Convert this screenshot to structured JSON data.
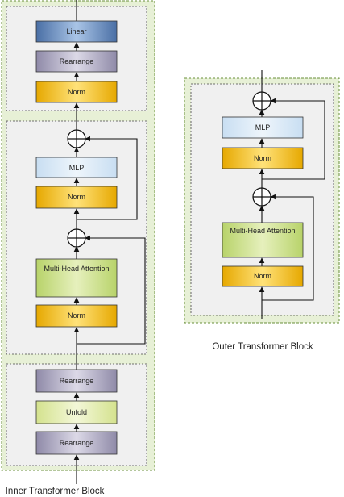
{
  "inner_block": {
    "caption": "Inner Transformer Block",
    "top_group": [
      "Linear",
      "Rearrange",
      "Norm"
    ],
    "mlp_sublayer": [
      "MLP",
      "Norm"
    ],
    "attention_sublayer": [
      "Multi-Head Attention",
      "Norm"
    ],
    "bottom_group": [
      "Rearrange",
      "Unfold",
      "Rearrange"
    ]
  },
  "outer_block": {
    "caption": "Outer Transformer Block",
    "mlp_sublayer": [
      "MLP",
      "Norm"
    ],
    "attention_sublayer": [
      "Multi-Head Attention",
      "Norm"
    ]
  },
  "colors": {
    "block_fill": "#e7f0d6",
    "block_border": "#6a8f3a",
    "panel_fill": "#f0f0f0",
    "linear": "#6f95c8",
    "rearrange": "#b5b0c9",
    "norm": "#f7c53a",
    "mlp": "#d9e9f6",
    "attention": "#d3e592",
    "unfold": "#e2ecb0"
  }
}
